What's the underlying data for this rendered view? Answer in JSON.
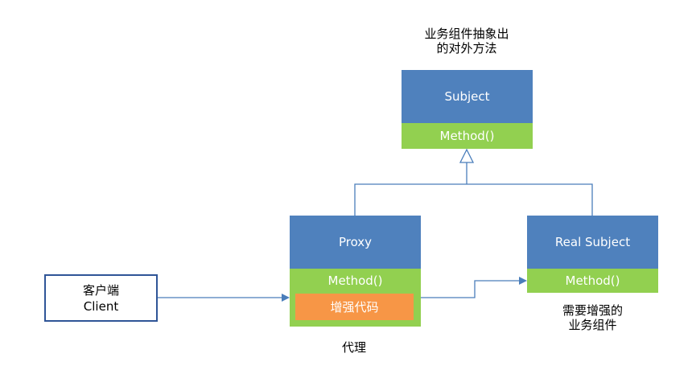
{
  "subject": {
    "caption_line1": "业务组件抽象出",
    "caption_line2": "的对外方法",
    "title": "Subject",
    "method": "Method()"
  },
  "proxy": {
    "title": "Proxy",
    "method": "Method()",
    "enhance": "增强代码",
    "caption": "代理"
  },
  "real_subject": {
    "title": "Real Subject",
    "method": "Method()",
    "caption_line1": "需要增强的",
    "caption_line2": "业务组件"
  },
  "client": {
    "line1": "客户端",
    "line2": "Client"
  },
  "colors": {
    "header_blue": "#4f81bd",
    "method_green": "#92d050",
    "enhance_orange": "#f79646",
    "connector": "#4a7ebb"
  }
}
